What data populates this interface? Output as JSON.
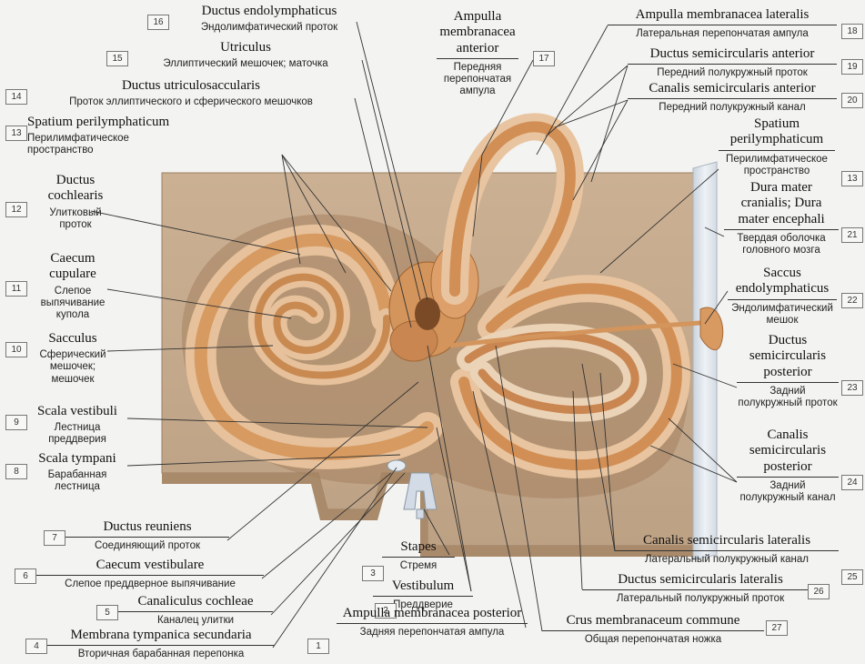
{
  "labels": [
    {
      "num": "1",
      "latin": "Ampulla membranacea posterior",
      "russian": "Задняя перепончатая ампула"
    },
    {
      "num": "2",
      "latin": "Vestibulum",
      "russian": "Преддверие"
    },
    {
      "num": "3",
      "latin": "Stapes",
      "russian": "Стремя"
    },
    {
      "num": "4",
      "latin": "Membrana tympanica secundaria",
      "russian": "Вторичная барабанная перепонка"
    },
    {
      "num": "5",
      "latin": "Canaliculus cochleae",
      "russian": "Каналец улитки"
    },
    {
      "num": "6",
      "latin": "Caecum vestibulare",
      "russian": "Слепое преддверное выпячивание"
    },
    {
      "num": "7",
      "latin": "Ductus reuniens",
      "russian": "Соединяющий проток"
    },
    {
      "num": "8",
      "latin": "Scala tympani",
      "russian": "Барабанная лестница"
    },
    {
      "num": "9",
      "latin": "Scala vestibuli",
      "russian": "Лестница преддверия"
    },
    {
      "num": "10",
      "latin": "Sacculus",
      "russian": "Сферический мешочек; мешочек"
    },
    {
      "num": "11",
      "latin": "Caecum cupulare",
      "russian": "Слепое выпячивание купола"
    },
    {
      "num": "12",
      "latin": "Ductus cochlearis",
      "russian": "Улитковый проток"
    },
    {
      "num": "13",
      "latin": "Spatium perilymphaticum",
      "russian": "Перилимфатическое пространство"
    },
    {
      "num": "14",
      "latin": "Ductus utriculosaccularis",
      "russian": "Проток эллиптического и сферического мешочков"
    },
    {
      "num": "15",
      "latin": "Utriculus",
      "russian": "Эллиптический мешочек; маточка"
    },
    {
      "num": "16",
      "latin": "Ductus endolymphaticus",
      "russian": "Эндолимфатический проток"
    },
    {
      "num": "17",
      "latin": "Ampulla membranacea anterior",
      "russian": "Передняя перепончатая ампула"
    },
    {
      "num": "18",
      "latin": "Ampulla membranacea lateralis",
      "russian": "Латеральная перепончатая ампула"
    },
    {
      "num": "19",
      "latin": "Ductus semicircularis anterior",
      "russian": "Передний полукружный проток"
    },
    {
      "num": "20",
      "latin": "Canalis semicircularis anterior",
      "russian": "Передний полукружный канал"
    },
    {
      "num": "13",
      "latin": "Spatium perilymphaticum",
      "russian": "Перилимфатическое пространство"
    },
    {
      "num": "21",
      "latin": "Dura mater cranialis; Dura mater encephali",
      "russian": "Твердая оболочка головного мозга"
    },
    {
      "num": "22",
      "latin": "Saccus endolymphaticus",
      "russian": "Эндолимфатический мешок"
    },
    {
      "num": "23",
      "latin": "Ductus semicircularis posterior",
      "russian": "Задний полукружный проток"
    },
    {
      "num": "24",
      "latin": "Canalis semicircularis posterior",
      "russian": "Задний полукружный канал"
    },
    {
      "num": "25",
      "latin": "Canalis semicircularis lateralis",
      "russian": "Латеральный полукружный канал"
    },
    {
      "num": "26",
      "latin": "Ductus semicircularis lateralis",
      "russian": "Латеральный полукружный проток"
    },
    {
      "num": "27",
      "latin": "Crus membranaceum commune",
      "russian": "Общая перепончатая ножка"
    }
  ],
  "colors": {
    "page_background": "#f3f3f1",
    "bone_block": "#c6aa8b",
    "bone_block_dark": "#a98a6b",
    "membranous_labyrinth": "#d99a62",
    "duct_dark": "#b5703c",
    "canal_light": "#e8c5a0",
    "dura_mater": "#dde3ea",
    "leader_line": "#333333"
  }
}
